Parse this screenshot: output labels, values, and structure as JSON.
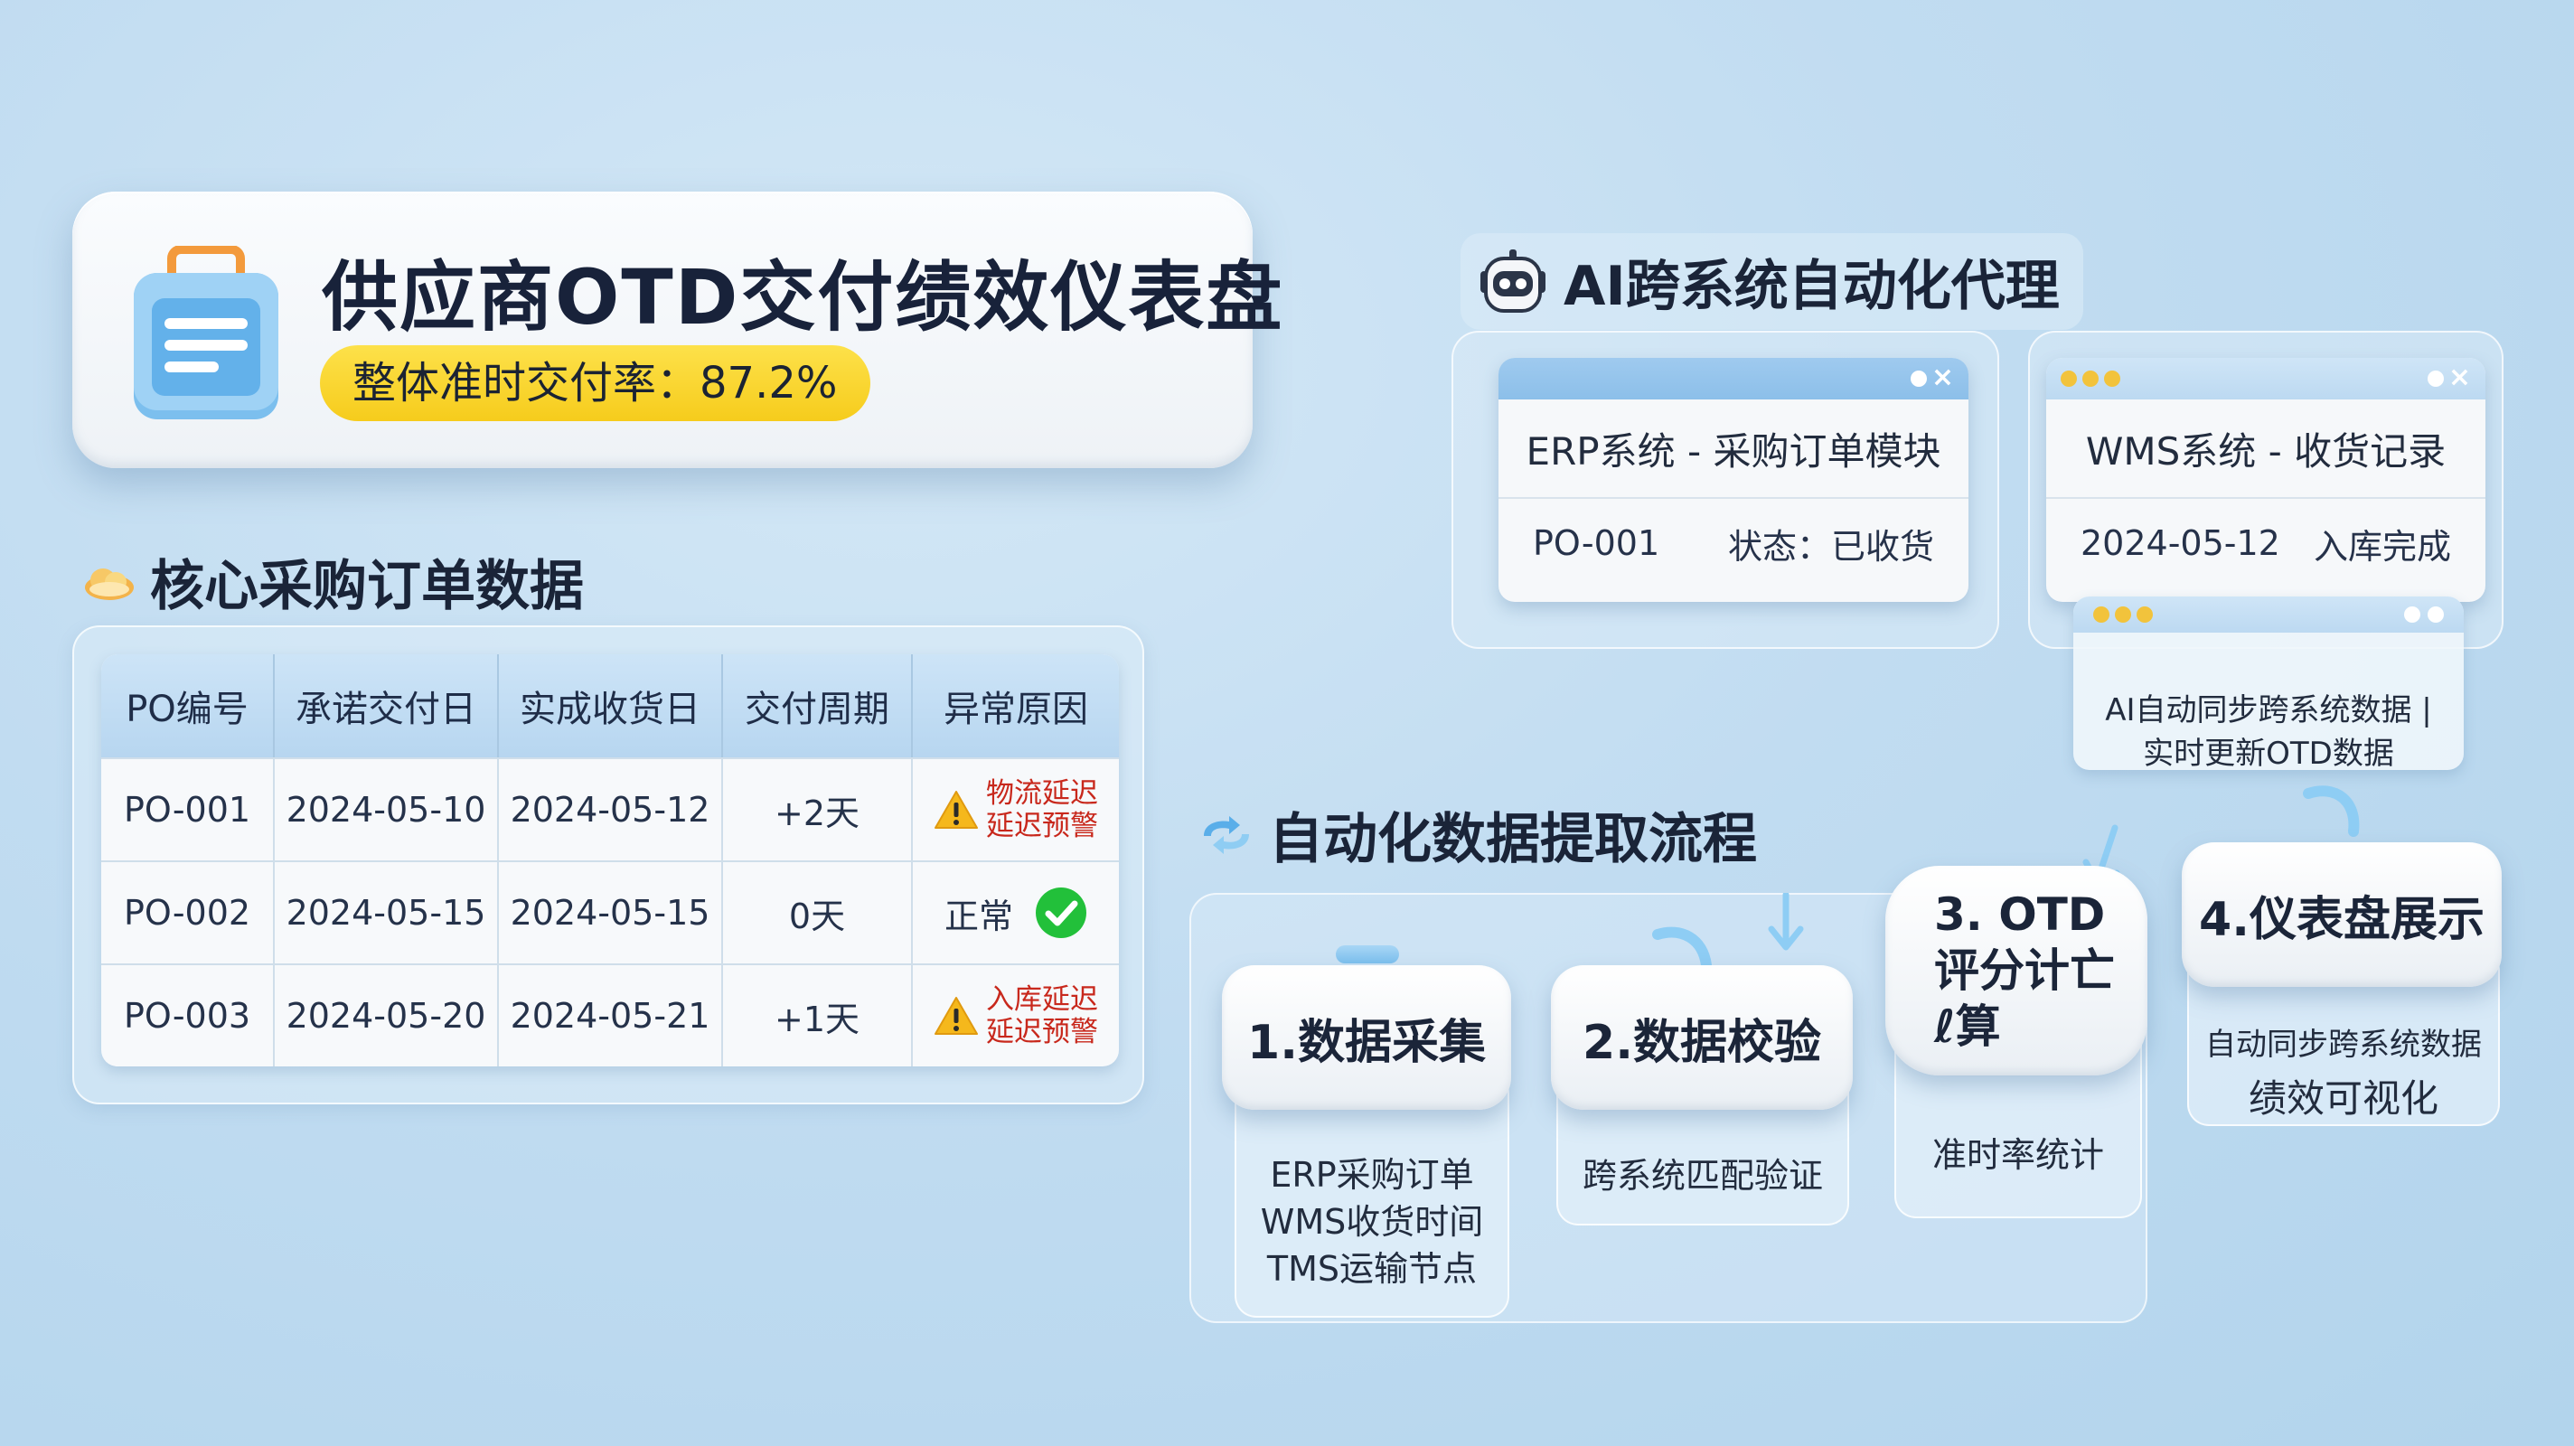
{
  "colors": {
    "accent_blue": "#8cbfe9",
    "badge_yellow": "#f6cc1c",
    "warning_red": "#c8281c",
    "ok_green": "#22c03a"
  },
  "header": {
    "title": "供应商OTD交付绩效仪表盘",
    "badge": "整体准时交付率：87.2%",
    "icon": "clipboard-icon"
  },
  "orders": {
    "section_title": "核心采购订单数据",
    "section_icon": "cloud-icon",
    "columns": [
      "PO编号",
      "承诺交付日",
      "实成收货日",
      "交付周期",
      "异常原因"
    ],
    "rows": [
      {
        "po": "PO-001",
        "promised": "2024-05-10",
        "received": "2024-05-12",
        "cycle": "+2天",
        "status": "warning",
        "reason_lines": [
          "物流延迟",
          "延迟预警"
        ]
      },
      {
        "po": "PO-002",
        "promised": "2024-05-15",
        "received": "2024-05-15",
        "cycle": "0天",
        "status": "ok",
        "reason": "正常"
      },
      {
        "po": "PO-003",
        "promised": "2024-05-20",
        "received": "2024-05-21",
        "cycle": "+1天",
        "status": "warning",
        "reason_lines": [
          "入库延迟",
          "延迟预警"
        ]
      }
    ]
  },
  "agent": {
    "section_title": "AI跨系统自动化代理",
    "section_icon": "robot-icon",
    "erp": {
      "title": "ERP系统 - 采购订单模块",
      "left": "PO-001",
      "right": "状态：已收货"
    },
    "wms": {
      "title": "WMS系统 - 收货记录",
      "left": "2024-05-12",
      "right": "入库完成"
    },
    "sync_lines": [
      "AI自动同步跨系统数据 |",
      "实时更新OTD数据"
    ]
  },
  "flow": {
    "section_title": "自动化数据提取流程",
    "section_icon": "sync-icon",
    "steps": [
      {
        "label": "1.数据采集",
        "desc_lines": [
          "ERP采购订单",
          "WMS收货时间",
          "TMS运输节点"
        ]
      },
      {
        "label": "2.数据校验",
        "desc_lines": [
          "跨系统匹配验证"
        ]
      },
      {
        "label_lines": [
          "3. OTD",
          "评分计亡",
          "ℓ算"
        ],
        "desc_lines": [
          "准时率统计"
        ]
      },
      {
        "label": "4.仪表盘展示",
        "desc_lines": [
          "自动同步跨系统数据",
          "绩效可视化"
        ]
      }
    ]
  }
}
